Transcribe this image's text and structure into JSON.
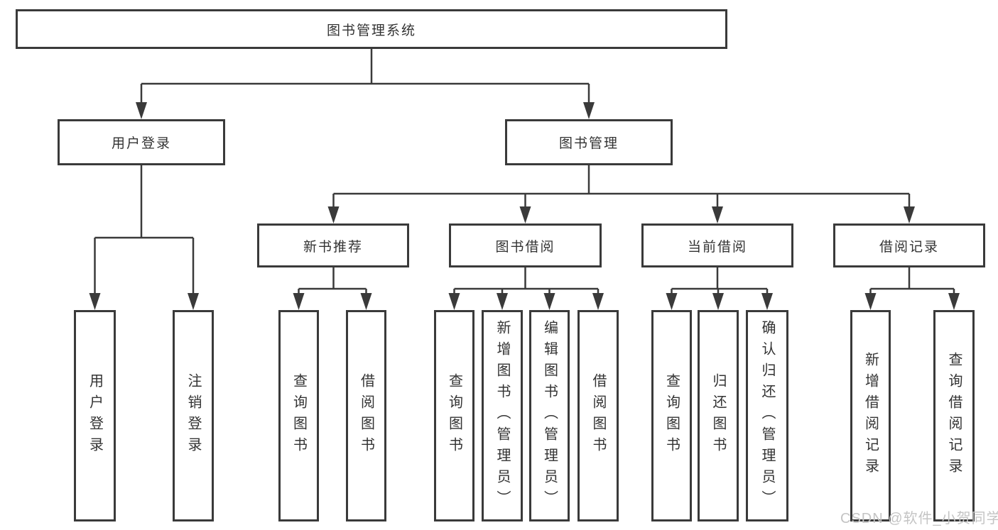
{
  "tree": {
    "root": "图书管理系统",
    "branches": [
      {
        "label": "用户登录",
        "children": [
          "用户登录",
          "注销登录"
        ]
      },
      {
        "label": "图书管理",
        "groups": [
          {
            "label": "新书推荐",
            "children": [
              "查询图书",
              "借阅图书"
            ]
          },
          {
            "label": "图书借阅",
            "children": [
              "查询图书",
              "新增图书（管理员）",
              "编辑图书（管理员）",
              "借阅图书"
            ]
          },
          {
            "label": "当前借阅",
            "children": [
              "查询图书",
              "归还图书",
              "确认归还（管理员）"
            ]
          },
          {
            "label": "借阅记录",
            "children": [
              "新增借阅记录",
              "查询借阅记录"
            ]
          }
        ]
      }
    ]
  },
  "watermark": {
    "text": "CSDN @软件_小贺同学"
  },
  "colors": {
    "line": "#3a3a3a",
    "text": "#333333",
    "box_bg": "#ffffff",
    "watermark": "#c4c4c4"
  }
}
